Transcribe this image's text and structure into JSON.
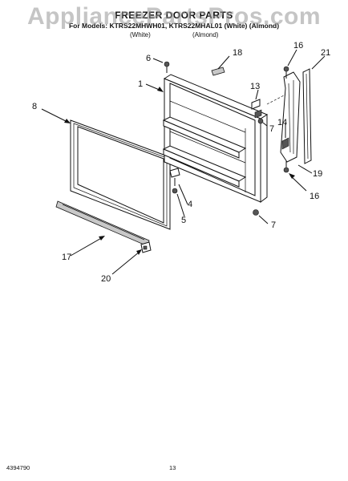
{
  "header": {
    "title": "FREEZER DOOR PARTS",
    "models": "For Models: KTRS22MHWH01, KTRS22MHAL01 (White) (Almond)",
    "note_left": "(White)",
    "note_right": "(Almond)"
  },
  "watermark": "AppliancePartsPros.com",
  "callouts": [
    "1",
    "4",
    "5",
    "6",
    "7",
    "7",
    "8",
    "13",
    "14",
    "16",
    "16",
    "17",
    "18",
    "19",
    "20",
    "21"
  ],
  "footer": {
    "doc_number": "4394790",
    "page_number": "13"
  }
}
